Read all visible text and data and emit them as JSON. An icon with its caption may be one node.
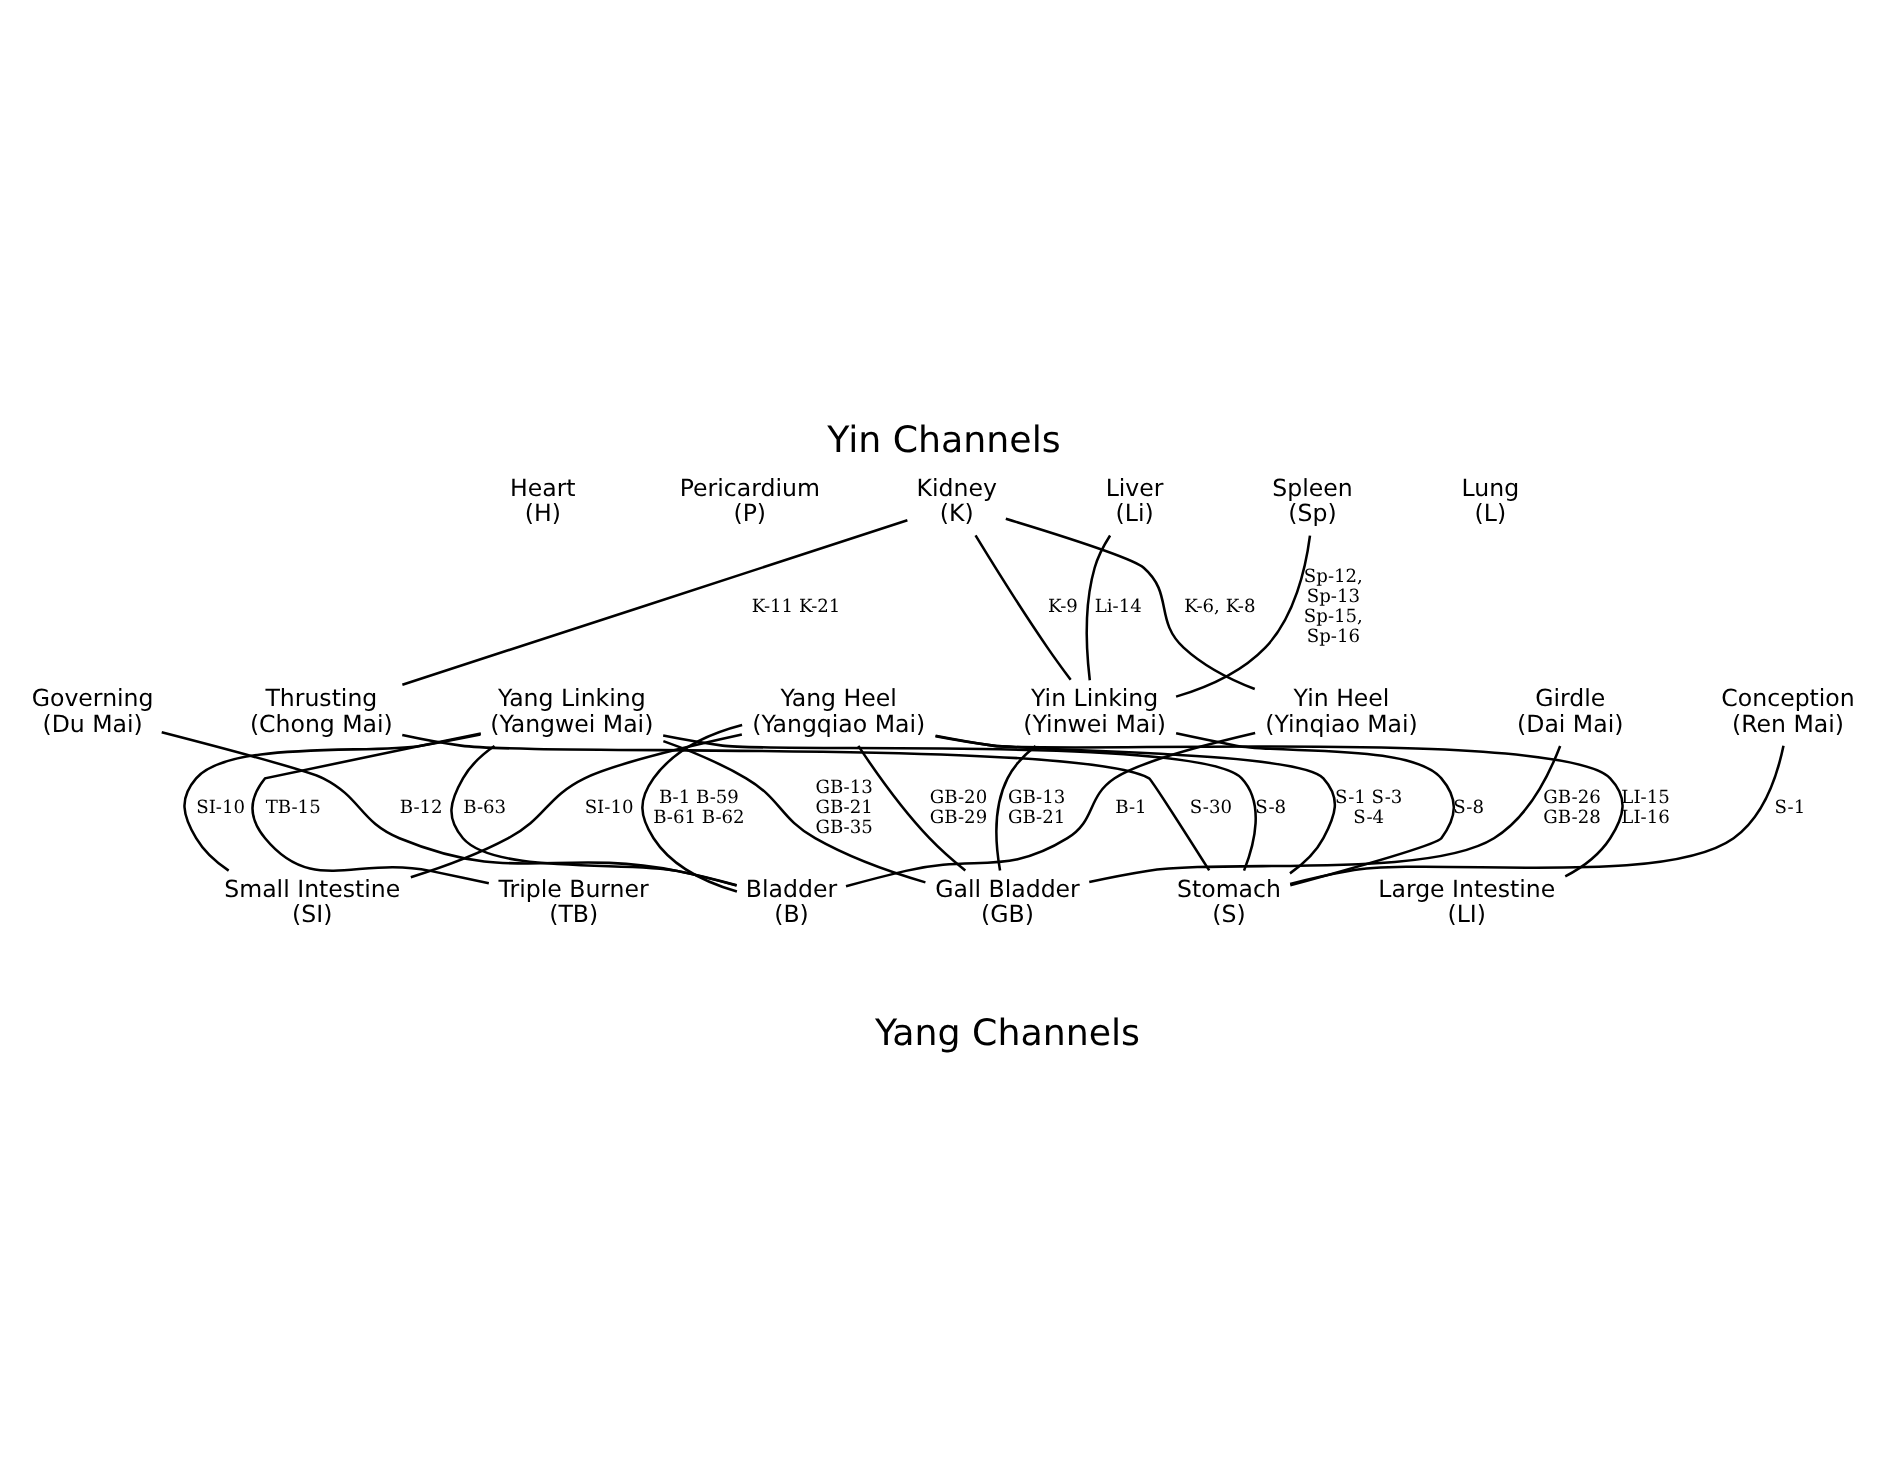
{
  "diagram": {
    "title": "Yin Channels",
    "caption": "Yang Channels",
    "nodes": [
      {
        "text": [
          "Heart",
          "(H)"
        ]
      },
      {
        "text": [
          "Pericardium",
          "(P)"
        ]
      },
      {
        "text": [
          "Kidney",
          "(K)"
        ]
      },
      {
        "text": [
          "Liver",
          "(Li)"
        ]
      },
      {
        "text": [
          "Spleen",
          "(Sp)"
        ]
      },
      {
        "text": [
          "Lung",
          "(L)"
        ]
      },
      {
        "text": [
          "Governing",
          "(Du Mai)"
        ]
      },
      {
        "text": [
          "Thrusting",
          "(Chong Mai)"
        ]
      },
      {
        "text": [
          "Yang Linking",
          "(Yangwei Mai)"
        ]
      },
      {
        "text": [
          "Yang Heel",
          "(Yangqiao Mai)"
        ]
      },
      {
        "text": [
          "Yin Linking",
          "(Yinwei Mai)"
        ]
      },
      {
        "text": [
          "Yin Heel",
          "(Yinqiao Mai)"
        ]
      },
      {
        "text": [
          "Girdle",
          "(Dai Mai)"
        ]
      },
      {
        "text": [
          "Conception",
          "(Ren Mai)"
        ]
      },
      {
        "text": [
          "Small Intestine",
          "(SI)"
        ]
      },
      {
        "text": [
          "Triple Burner",
          "(TB)"
        ]
      },
      {
        "text": [
          "Bladder",
          "(B)"
        ]
      },
      {
        "text": [
          "Gall Bladder",
          "(GB)"
        ]
      },
      {
        "text": [
          "Stomach",
          "(S)"
        ]
      },
      {
        "text": [
          "Large Intestine",
          "(LI)"
        ]
      }
    ],
    "edges": [
      {
        "from": 2,
        "to": 7,
        "arrow": "none",
        "label": "K-11 K-21"
      },
      {
        "from": 2,
        "to": 10,
        "arrow": "none",
        "label": "K-9"
      },
      {
        "from": 3,
        "to": 10,
        "arrow": "none",
        "label": "Li-14"
      },
      {
        "from": 4,
        "to": 10,
        "arrow": "none",
        "label": "Sp-12, Sp-13 Sp-15, Sp-16"
      },
      {
        "from": 2,
        "to": 11,
        "arrow": "none",
        "label": "K-6, K-8"
      },
      {
        "from": 6,
        "to": 16,
        "arrow": "none",
        "label": "B-12"
      },
      {
        "from": 7,
        "to": 18,
        "arrow": "none",
        "label": "S-30"
      },
      {
        "from": 8,
        "to": 14,
        "arrow": "none",
        "label": "SI-10"
      },
      {
        "from": 8,
        "to": 15,
        "arrow": "none",
        "label": "TB-15"
      },
      {
        "from": 8,
        "to": 16,
        "arrow": "none",
        "label": "B-63"
      },
      {
        "from": 8,
        "to": 17,
        "arrow": "none",
        "label": "GB-13 GB-21 GB-35"
      },
      {
        "from": 8,
        "to": 18,
        "arrow": "none",
        "label": "S-8"
      },
      {
        "from": 9,
        "to": 14,
        "arrow": "none",
        "label": "SI-10"
      },
      {
        "from": 9,
        "to": 16,
        "arrow": "none",
        "label": "B-1 B-59 B-61 B-62"
      },
      {
        "from": 9,
        "to": 17,
        "arrow": "none",
        "label": "GB-20 GB-29"
      },
      {
        "from": 9,
        "to": 18,
        "arrow": "none",
        "label": "S-1 S-3 S-4"
      },
      {
        "from": 9,
        "to": 19,
        "arrow": "none",
        "label": "LI-15 LI-16"
      },
      {
        "from": 10,
        "to": 17,
        "arrow": "none",
        "label": "GB-13 GB-21"
      },
      {
        "from": 10,
        "to": 18,
        "arrow": "none",
        "label": "S-8"
      },
      {
        "from": 11,
        "to": 16,
        "arrow": "none",
        "label": "B-1"
      },
      {
        "from": 12,
        "to": 17,
        "arrow": "none",
        "label": "GB-26 GB-28"
      },
      {
        "from": 13,
        "to": 18,
        "arrow": "none",
        "label": "S-1"
      }
    ]
  }
}
